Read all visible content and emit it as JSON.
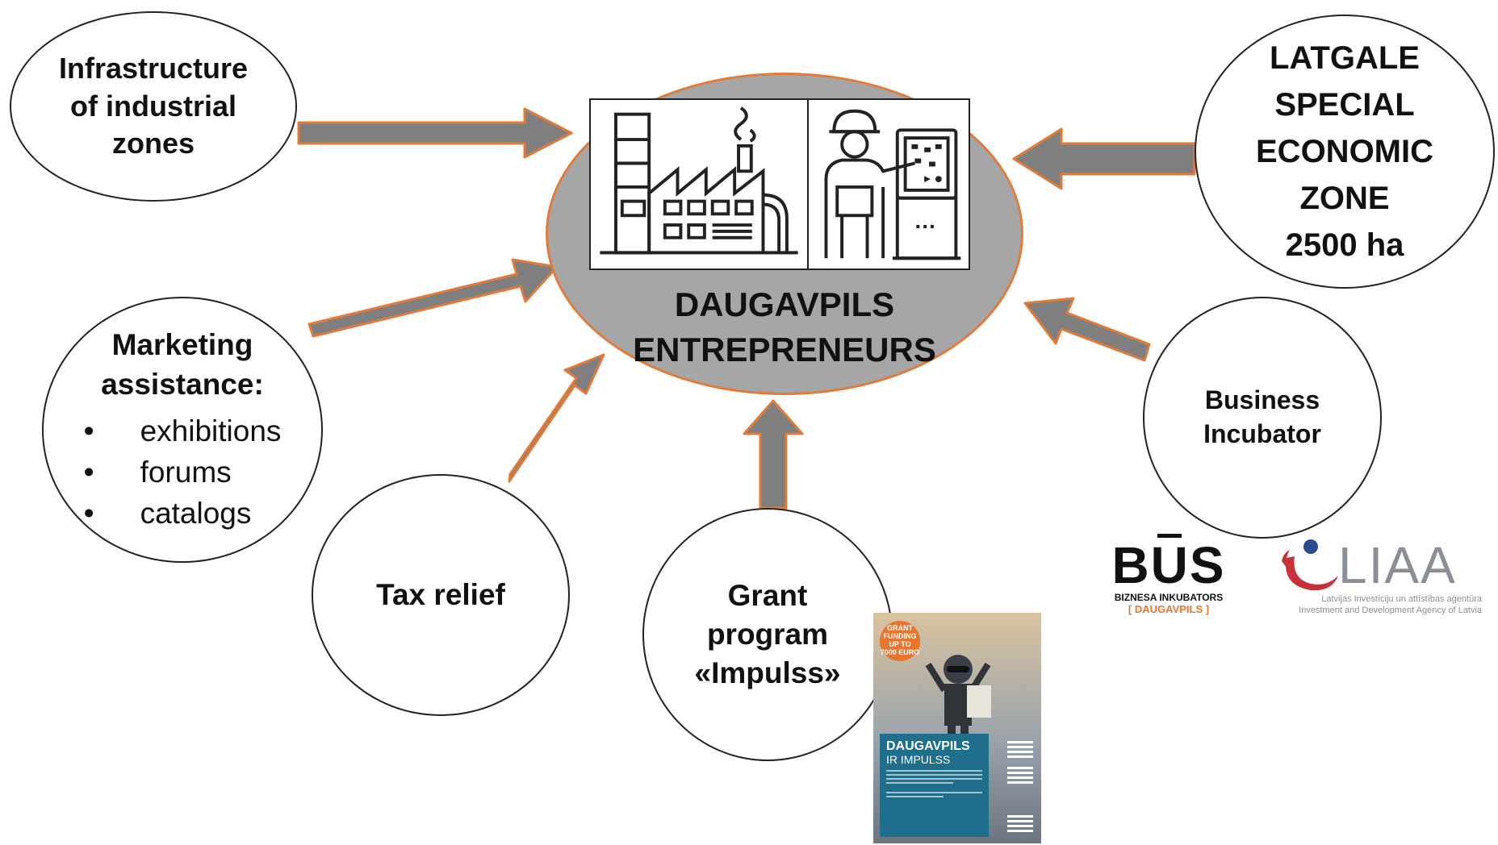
{
  "center": {
    "title_lines": [
      "DAUGAVPILS",
      "ENTREPRENEURS"
    ]
  },
  "bubbles": {
    "infrastructure": {
      "lines": [
        "Infrastructure",
        "of industrial",
        "zones"
      ]
    },
    "latgale": {
      "lines": [
        "LATGALE",
        "SPECIAL",
        "ECONOMIC",
        "ZONE",
        "2500 ha"
      ]
    },
    "marketing": {
      "lines": [
        "Marketing",
        "assistance:"
      ],
      "items": [
        "exhibitions",
        "forums",
        "catalogs"
      ]
    },
    "tax": {
      "lines": [
        "Tax relief"
      ]
    },
    "grant": {
      "lines": [
        "Grant",
        "program",
        "«Impulss»"
      ]
    },
    "incubator": {
      "lines": [
        "Business",
        "Incubator"
      ]
    }
  },
  "poster": {
    "badge_line1": "GRANT FUNDING UP TO",
    "badge_amount": "7000 EURO",
    "title": "DAUGAVPILS",
    "subtitle": "IR IMPULSS"
  },
  "logos": {
    "bus": {
      "word": "BUS",
      "line1": "BIZNESA INKUBATORS",
      "line2": "[ DAUGAVPILS ]"
    },
    "liaa": {
      "word": "LIAA",
      "line1": "Latvijas Investīciju un attīstības aģentūra",
      "line2": "Investment and Development Agency of Latvia"
    }
  },
  "colors": {
    "arrow_fill": "#7f7f7f",
    "arrow_stroke": "#e07b39",
    "center_fill": "#a6a6a6",
    "center_border": "#e07b39",
    "accent_orange": "#e8742e",
    "poster_panel": "#1f6e8c"
  }
}
